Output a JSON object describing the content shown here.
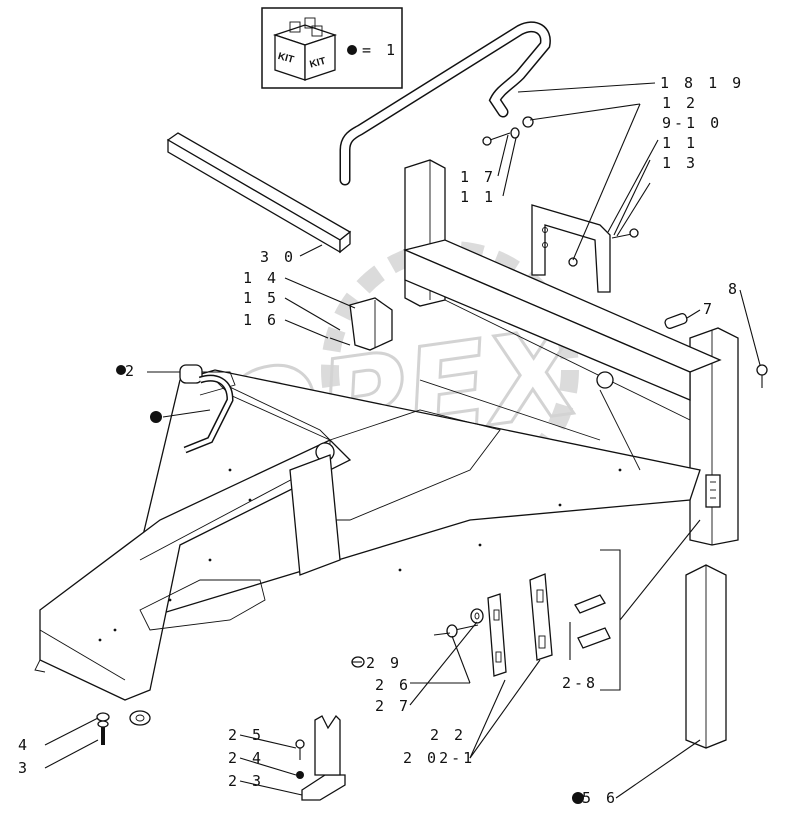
{
  "kit": {
    "box_text_left": "KIT",
    "box_text_right": "KIT",
    "legend_text": "= 1"
  },
  "watermark": "OPEX",
  "callouts": [
    {
      "id": "c1819",
      "text": "1 8 1 9"
    },
    {
      "id": "c12",
      "text": "1 2"
    },
    {
      "id": "c910",
      "text": "9-1 0"
    },
    {
      "id": "c11a",
      "text": "1 1"
    },
    {
      "id": "c13",
      "text": "1 3"
    },
    {
      "id": "c17",
      "text": "1 7"
    },
    {
      "id": "c11b",
      "text": "1 1"
    },
    {
      "id": "c30",
      "text": "3 0"
    },
    {
      "id": "c14",
      "text": "1 4"
    },
    {
      "id": "c15",
      "text": "1 5"
    },
    {
      "id": "c16",
      "text": "1 6"
    },
    {
      "id": "c2",
      "text": "2"
    },
    {
      "id": "c8",
      "text": "8"
    },
    {
      "id": "c7",
      "text": "7"
    },
    {
      "id": "c29",
      "text": "2 9"
    },
    {
      "id": "c26",
      "text": "2 6"
    },
    {
      "id": "c27",
      "text": "2 7"
    },
    {
      "id": "c28",
      "text": "2-8"
    },
    {
      "id": "c22",
      "text": "2 2"
    },
    {
      "id": "c2021",
      "text": "2 02-1"
    },
    {
      "id": "c25",
      "text": "2 5"
    },
    {
      "id": "c24",
      "text": "2 4"
    },
    {
      "id": "c23",
      "text": "2 3"
    },
    {
      "id": "c4",
      "text": "4"
    },
    {
      "id": "c3",
      "text": "3"
    },
    {
      "id": "c56",
      "text": "5 6"
    }
  ]
}
